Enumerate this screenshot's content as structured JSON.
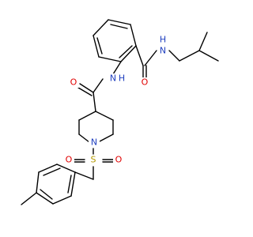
{
  "structure": {
    "atom_labels": {
      "amide_nh_top": "N",
      "amide_h_top": "H",
      "amide_o_top": "O",
      "amide_nh_mid": "N",
      "amide_h_mid": "H",
      "amide_o_left": "O",
      "piperidine_n": "N",
      "sulfonyl_s": "S",
      "sulfonyl_o_left": "O",
      "sulfonyl_o_right": "O"
    },
    "colors": {
      "bond": "#000000",
      "nitrogen": "#1f3fbf",
      "oxygen": "#e00000",
      "sulfur": "#b39900",
      "background": "#ffffff"
    }
  }
}
